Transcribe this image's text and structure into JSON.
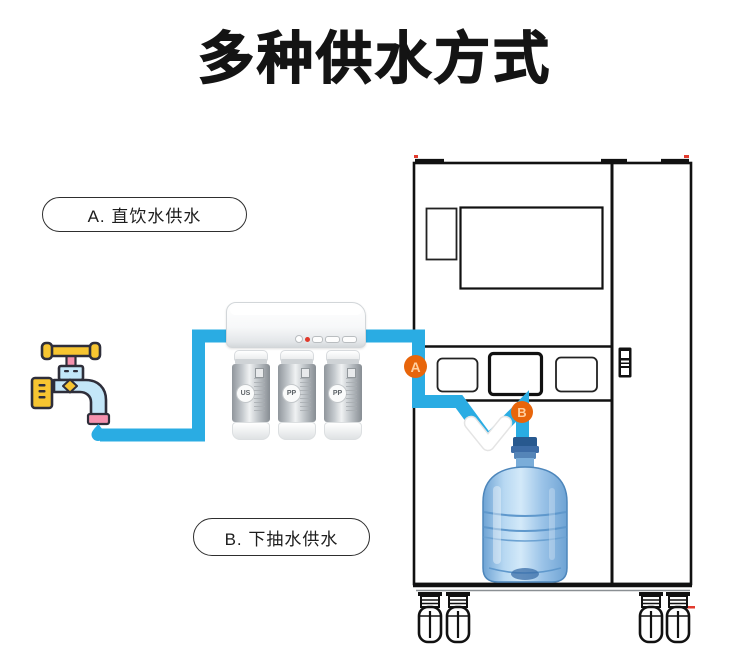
{
  "title": "多种供水方式",
  "callouts": {
    "a_label": "A. 直饮水供水",
    "b_label": "B. 下抽水供水"
  },
  "markers": {
    "a": "A",
    "b": "B"
  },
  "filter_unit": {
    "cartridges": [
      {
        "label": "US"
      },
      {
        "label": "PP"
      },
      {
        "label": "PP"
      }
    ]
  },
  "colors": {
    "pipe_blue": "#2AACE3",
    "marker_orange": "#E8650A",
    "machine_line": "#111111",
    "bottle_blue": "#8FC0E9",
    "bottle_cap": "#2A5A9C",
    "faucet_yellow": "#F7C531",
    "faucet_body_blue": "#C3E6F8",
    "faucet_pink": "#F591AE",
    "annotation_red": "#E23B2E"
  }
}
